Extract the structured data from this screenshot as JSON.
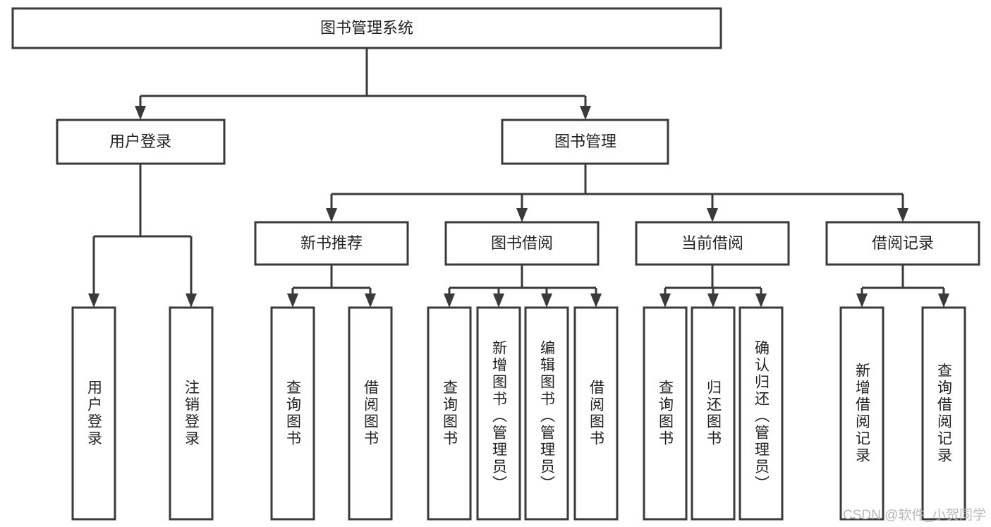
{
  "diagram": {
    "title": "图书管理系统",
    "type": "tree-hierarchy",
    "orientation": "top-down",
    "colors": {
      "box_stroke": "#3a3a3a",
      "box_fill": "#ffffff",
      "text": "#222222",
      "connector": "#3a3a3a",
      "background": "#ffffff",
      "watermark": "#b9b9b9"
    },
    "root": {
      "label": "图书管理系统"
    },
    "level2": [
      {
        "label": "用户登录"
      },
      {
        "label": "图书管理"
      }
    ],
    "level3": [
      {
        "label": "新书推荐"
      },
      {
        "label": "图书借阅"
      },
      {
        "label": "当前借阅"
      },
      {
        "label": "借阅记录"
      }
    ],
    "leaves": {
      "user_login": [
        {
          "label": "用户登录"
        },
        {
          "label": "注销登录"
        }
      ],
      "new_book_recommend": [
        {
          "label": "查询图书"
        },
        {
          "label": "借阅图书"
        }
      ],
      "book_borrow": [
        {
          "label": "查询图书"
        },
        {
          "label": "新增图书（管理员）"
        },
        {
          "label": "编辑图书（管理员）"
        },
        {
          "label": "借阅图书"
        }
      ],
      "current_borrow": [
        {
          "label": "查询图书"
        },
        {
          "label": "归还图书"
        },
        {
          "label": "确认归还（管理员）"
        }
      ],
      "borrow_record": [
        {
          "label": "新增借阅记录"
        },
        {
          "label": "查询借阅记录"
        }
      ]
    },
    "watermark": "CSDN @软件_小贺同学"
  }
}
